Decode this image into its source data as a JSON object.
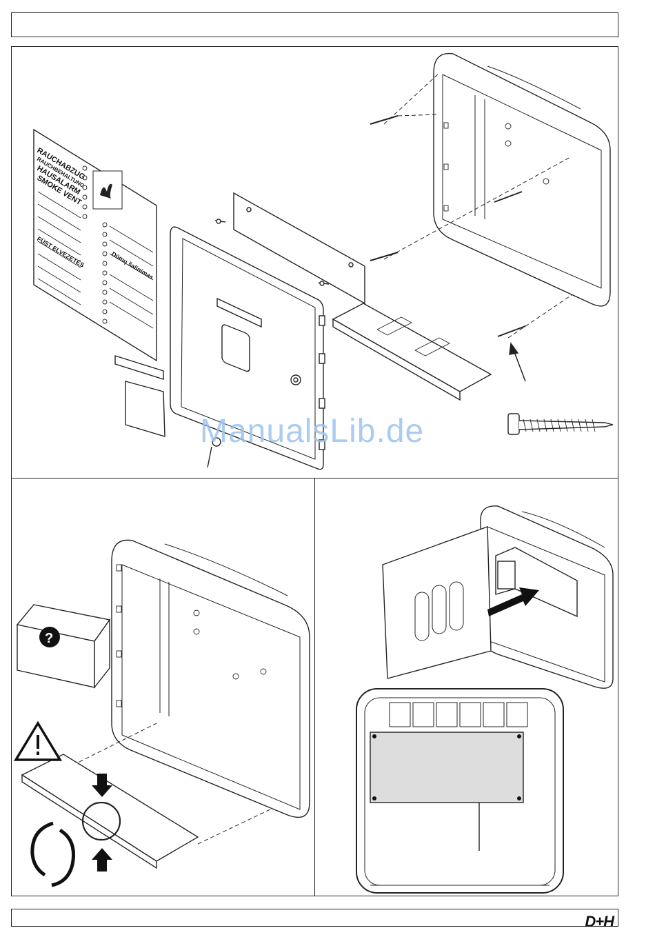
{
  "watermark": "ManualsLib.de",
  "footer": {
    "logo": "D+H"
  },
  "panel_labels": {
    "line1": "RAUCHABZUG",
    "line2": "RAUCHBEHALTUNG",
    "line3": "HAUSALARM",
    "line4": "SMOKE VENT",
    "line5": "FÜST ELVEZETÉS",
    "line6": "Dūmų šalinimas"
  },
  "icons": {
    "warning": "warning-triangle-icon",
    "question": "question-mark-icon",
    "rotate": "rotate-arrows-icon"
  }
}
